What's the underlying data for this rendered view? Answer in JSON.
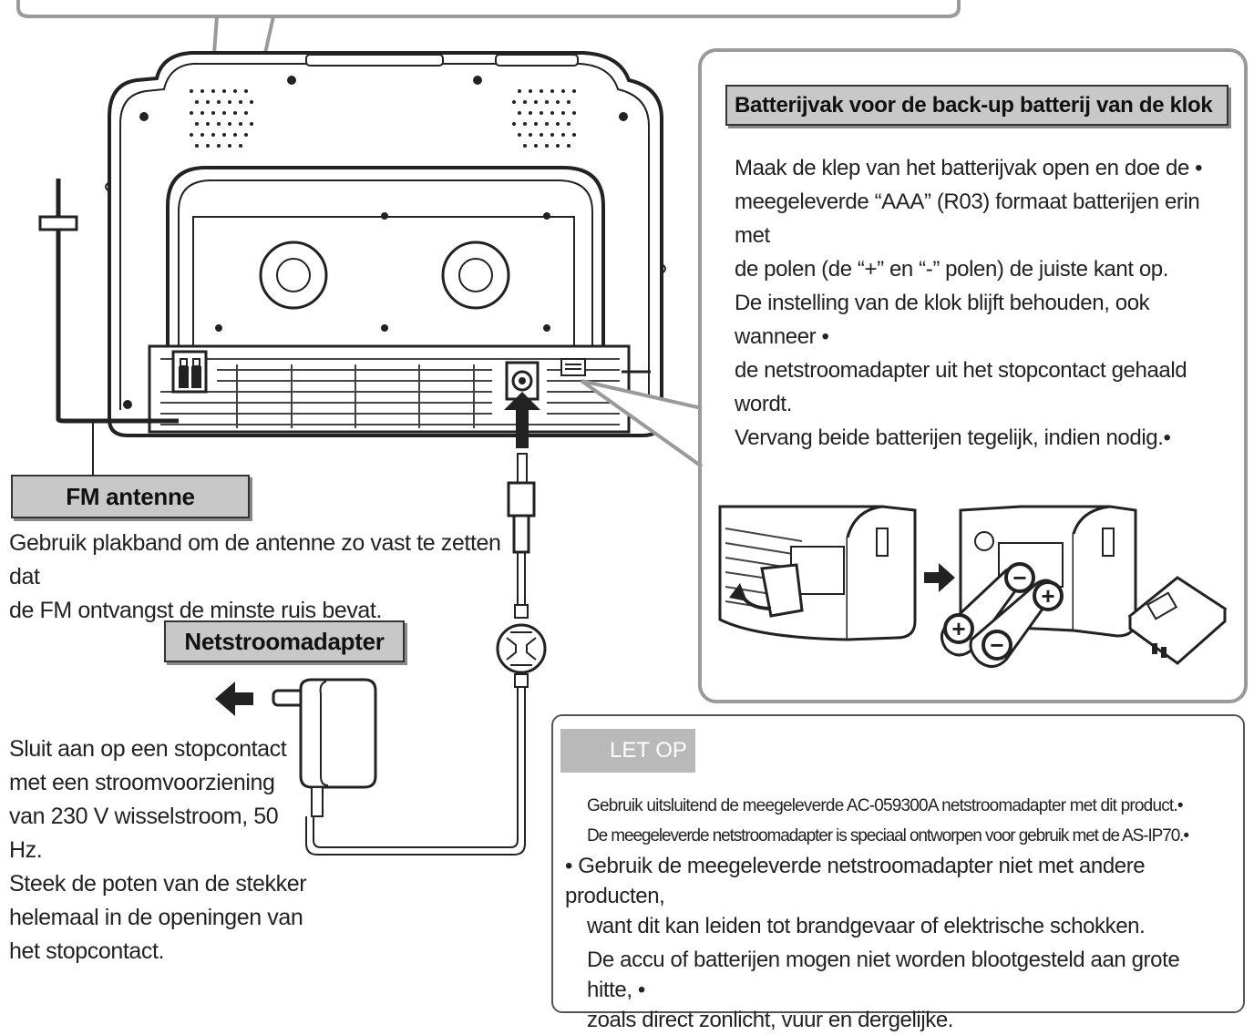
{
  "battery_section": {
    "title": "Batterijvak voor de back-up batterij van de klok",
    "lines": [
      "Maak de klep van het batterijvak open en doe de •",
      "meegeleverde “AAA” (R03) formaat batterijen erin met",
      "de polen (de “+” en “-” polen) de juiste kant op.",
      "De instelling van de klok blijft behouden, ook wanneer •",
      "de netstroomadapter uit het stopcontact gehaald",
      "wordt.",
      "Vervang beide batterijen tegelijk, indien nodig.•"
    ]
  },
  "fm_antenna": {
    "label": "FM antenne",
    "lines": [
      "Gebruik plakband om de antenne zo vast te zetten dat",
      "de FM ontvangst de minste ruis bevat."
    ]
  },
  "adapter": {
    "label": "Netstroomadapter",
    "lines": [
      "Sluit aan op een stopcontact",
      "met een stroomvoorziening",
      "van 230 V wisselstroom, 50 Hz.",
      "Steek de poten van de stekker",
      "helemaal in de openingen van",
      "het stopcontact."
    ]
  },
  "caution": {
    "label": "LET OP",
    "warning_glyph": "!",
    "lines": [
      "Gebruik uitsluitend de meegeleverde AC-059300A netstroomadapter met dit product.•",
      "De meegeleverde netstroomadapter is speciaal ontworpen voor gebruik met de AS-IP70.•",
      "•  Gebruik de meegeleverde netstroomadapter niet met andere producten,",
      "want dit kan leiden tot brandgevaar of elektrische schokken.",
      "De accu of batterijen mogen niet worden blootgesteld aan grote hitte, •",
      "zoals direct zonlicht, vuur en dergelijke."
    ]
  },
  "battery_illustration": {
    "plus_glyph": "+",
    "minus_glyph": "−"
  }
}
